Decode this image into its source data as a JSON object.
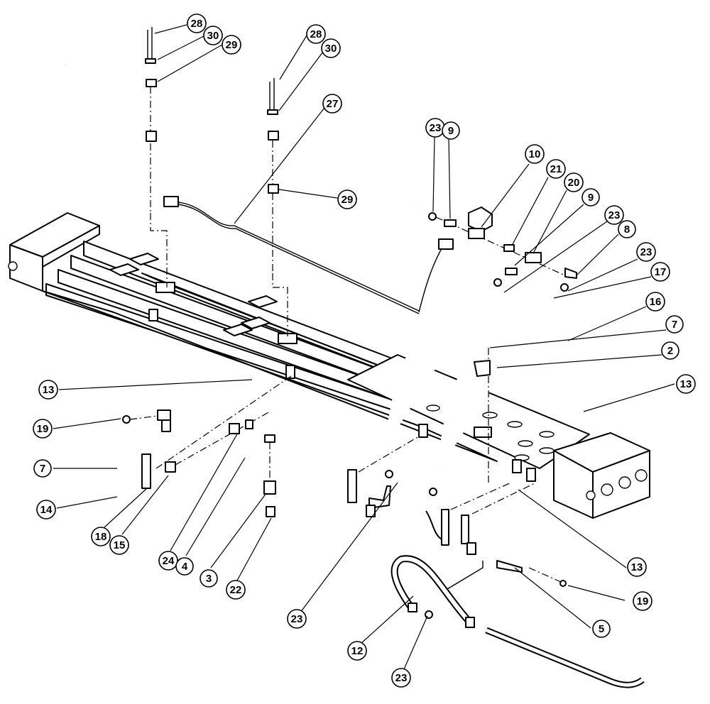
{
  "callouts": {
    "c28a": "28",
    "c30a": "30",
    "c29a": "29",
    "c28b": "28",
    "c30b": "30",
    "c27": "27",
    "c29b": "29",
    "c23a": "23",
    "c9a": "9",
    "c10": "10",
    "c21": "21",
    "c20": "20",
    "c9b": "9",
    "c23b": "23",
    "c8": "8",
    "c23c": "23",
    "c17": "17",
    "c16": "16",
    "c7a": "7",
    "c2": "2",
    "c13a": "13",
    "c13b": "13",
    "c19a": "19",
    "c7b": "7",
    "c14": "14",
    "c18": "18",
    "c15": "15",
    "c24": "24",
    "c4": "4",
    "c3": "3",
    "c22": "22",
    "c23d": "23",
    "c13c": "13",
    "c19b": "19",
    "c5": "5",
    "c12": "12",
    "c23e": "23"
  }
}
